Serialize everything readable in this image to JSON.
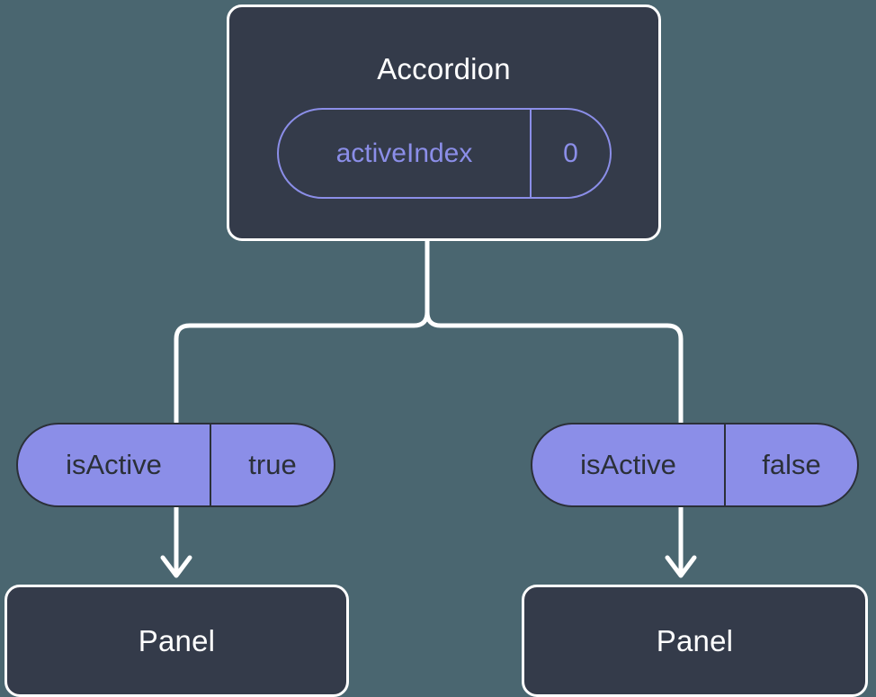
{
  "diagram": {
    "type": "component-tree",
    "background_color": "#4a6670",
    "node_fill_color": "#343b4a",
    "node_border_color": "#ffffff",
    "accent_color": "#8b8ee8",
    "edge_color": "#ffffff",
    "root": {
      "title": "Accordion",
      "state": {
        "key": "activeIndex",
        "value": "0"
      }
    },
    "branches": [
      {
        "prop": {
          "key": "isActive",
          "value": "true"
        },
        "child": {
          "title": "Panel"
        }
      },
      {
        "prop": {
          "key": "isActive",
          "value": "false"
        },
        "child": {
          "title": "Panel"
        }
      }
    ]
  }
}
